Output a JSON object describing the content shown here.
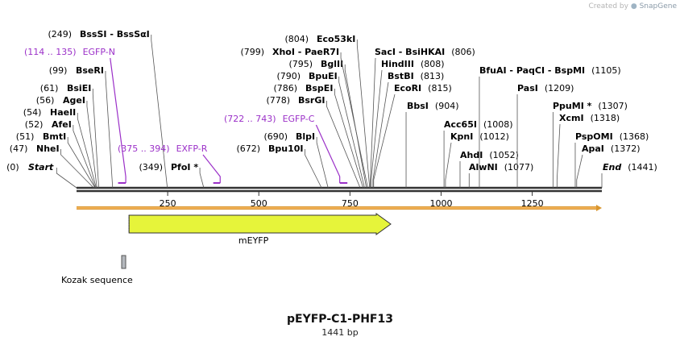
{
  "credit": {
    "prefix": "Created by",
    "brand": "SnapGene"
  },
  "plasmid": {
    "name": "pEYFP-C1-PHF13",
    "length_label": "1441 bp",
    "length": 1441
  },
  "axis": {
    "ticks": [
      250,
      500,
      750,
      1000,
      1250
    ]
  },
  "enzymes": [
    {
      "name": "Start",
      "pos_label": "(0)",
      "pos": 0,
      "kind": "terminal"
    },
    {
      "name": "NheI",
      "pos_label": "(47)",
      "pos": 47
    },
    {
      "name": "BmtI",
      "pos_label": "(51)",
      "pos": 51
    },
    {
      "name": "AfeI",
      "pos_label": "(52)",
      "pos": 52
    },
    {
      "name": "HaeII",
      "pos_label": "(54)",
      "pos": 54
    },
    {
      "name": "AgeI",
      "pos_label": "(56)",
      "pos": 56
    },
    {
      "name": "BsiEI",
      "pos_label": "(61)",
      "pos": 61
    },
    {
      "name": "BseRI",
      "pos_label": "(99)",
      "pos": 99
    },
    {
      "name": "BssSI  -  BssSαI",
      "pos_label": "(249)",
      "pos": 249
    },
    {
      "name": "PfoI *",
      "pos_label": "(349)",
      "pos": 349
    },
    {
      "name": "Bpu10I",
      "pos_label": "(672)",
      "pos": 672
    },
    {
      "name": "BlpI",
      "pos_label": "(690)",
      "pos": 690
    },
    {
      "name": "BsrGI",
      "pos_label": "(778)",
      "pos": 778
    },
    {
      "name": "BspEI",
      "pos_label": "(786)",
      "pos": 786
    },
    {
      "name": "BpuEI",
      "pos_label": "(790)",
      "pos": 790
    },
    {
      "name": "BglII",
      "pos_label": "(795)",
      "pos": 795
    },
    {
      "name": "XhoI  -  PaeR7I",
      "pos_label": "(799)",
      "pos": 799
    },
    {
      "name": "Eco53kI",
      "pos_label": "(804)",
      "pos": 804
    },
    {
      "name": "SacI  -  BsiHKAI",
      "pos_label": "(806)",
      "pos": 806
    },
    {
      "name": "HindIII",
      "pos_label": "(808)",
      "pos": 808
    },
    {
      "name": "BstBI",
      "pos_label": "(813)",
      "pos": 813
    },
    {
      "name": "EcoRI",
      "pos_label": "(815)",
      "pos": 815
    },
    {
      "name": "BbsI",
      "pos_label": "(904)",
      "pos": 904
    },
    {
      "name": "Acc65I",
      "pos_label": "(1008)",
      "pos": 1008
    },
    {
      "name": "KpnI",
      "pos_label": "(1012)",
      "pos": 1012
    },
    {
      "name": "AhdI",
      "pos_label": "(1052)",
      "pos": 1052
    },
    {
      "name": "AlwNI",
      "pos_label": "(1077)",
      "pos": 1077
    },
    {
      "name": "BfuAI  -  PaqCI  -  BspMI",
      "pos_label": "(1105)",
      "pos": 1105
    },
    {
      "name": "PasI",
      "pos_label": "(1209)",
      "pos": 1209
    },
    {
      "name": "PpuMI *",
      "pos_label": "(1307)",
      "pos": 1307
    },
    {
      "name": "XcmI",
      "pos_label": "(1318)",
      "pos": 1318
    },
    {
      "name": "PspOMI",
      "pos_label": "(1368)",
      "pos": 1368
    },
    {
      "name": "ApaI",
      "pos_label": "(1372)",
      "pos": 1372
    },
    {
      "name": "End",
      "pos_label": "(1441)",
      "pos": 1441,
      "kind": "terminal"
    }
  ],
  "primers": [
    {
      "name": "EGFP-N",
      "range_label": "(114 .. 135)",
      "start": 114,
      "end": 135,
      "dir": "reverse"
    },
    {
      "name": "EXFP-R",
      "range_label": "(375 .. 394)",
      "start": 375,
      "end": 394,
      "dir": "reverse"
    },
    {
      "name": "EGFP-C",
      "range_label": "(722 .. 743)",
      "start": 722,
      "end": 743,
      "dir": "forward"
    }
  ],
  "features": [
    {
      "name": "mEYFP",
      "type": "cds",
      "start": 144,
      "end": 862,
      "color": "#e6f43a"
    },
    {
      "name": "Kozak sequence",
      "type": "misc",
      "start": 126,
      "end": 135,
      "color": "#b4b8bd"
    }
  ],
  "colors": {
    "primer": "#9b30c8",
    "backbone": "#333333",
    "orf_line": "#f2b25a",
    "cds_fill": "#e6f43a"
  }
}
